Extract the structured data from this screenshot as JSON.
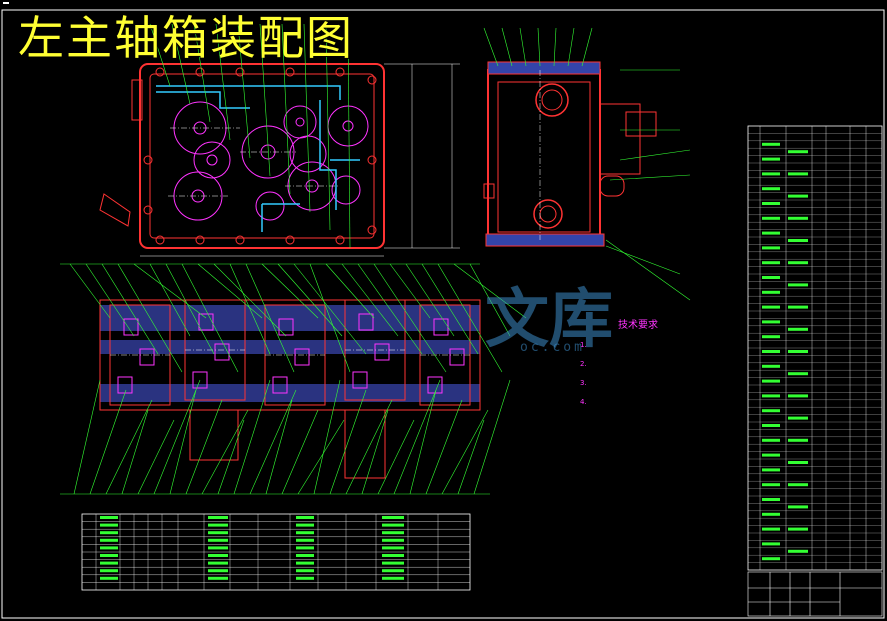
{
  "drawing": {
    "title": "左主轴箱装配图",
    "watermark": "文库",
    "watermark_url": "oc.com",
    "tech_requirements_title": "技术要求",
    "tech_notes": [
      "1.",
      "2.",
      "3.",
      "4."
    ]
  },
  "colors": {
    "background": "#000000",
    "title": "#ffff33",
    "outline": "#ff3333",
    "leader": "#33ff33",
    "gear": "#ff33ff",
    "shaft": "#33ccff",
    "table": "#ffffff",
    "hatch": "#3344aa"
  }
}
